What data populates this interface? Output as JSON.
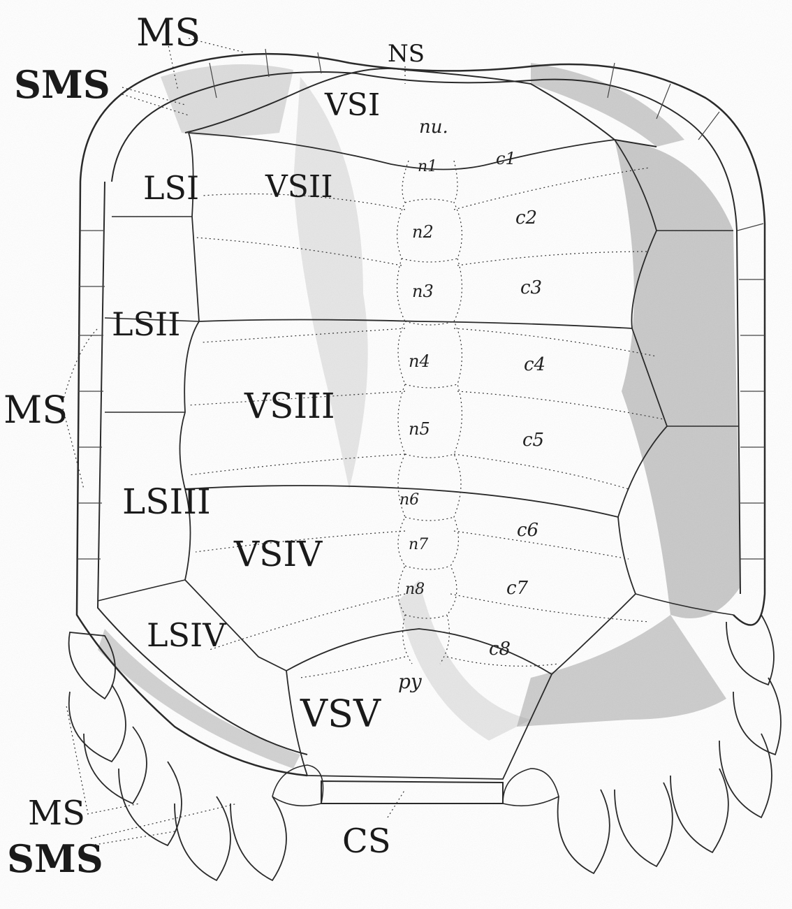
{
  "figure": {
    "shading_color": "#9a9a9a",
    "ink_color": "#1a1a1a"
  },
  "labels": {
    "ms_top": "MS",
    "sms_top": "SMS",
    "ns": "NS",
    "vs1": "VSI",
    "vs2": "VSII",
    "vs3": "VSIII",
    "vs4": "VSIV",
    "vs5": "VSV",
    "ls1": "LSI",
    "ls2": "LSII",
    "ls3": "LSIII",
    "ls4": "LSIV",
    "ms_left": "MS",
    "ms_bottom": "MS",
    "sms_bottom": "SMS",
    "cs": "CS"
  },
  "bones": {
    "nu": "nu.",
    "n1": "n1",
    "n2": "n2",
    "n3": "n3",
    "n4": "n4",
    "n5": "n5",
    "n6": "n6",
    "n7": "n7",
    "n8": "n8",
    "py": "py",
    "c1": "c1",
    "c2": "c2",
    "c3": "c3",
    "c4": "c4",
    "c5": "c5",
    "c6": "c6",
    "c7": "c7",
    "c8": "c8"
  }
}
